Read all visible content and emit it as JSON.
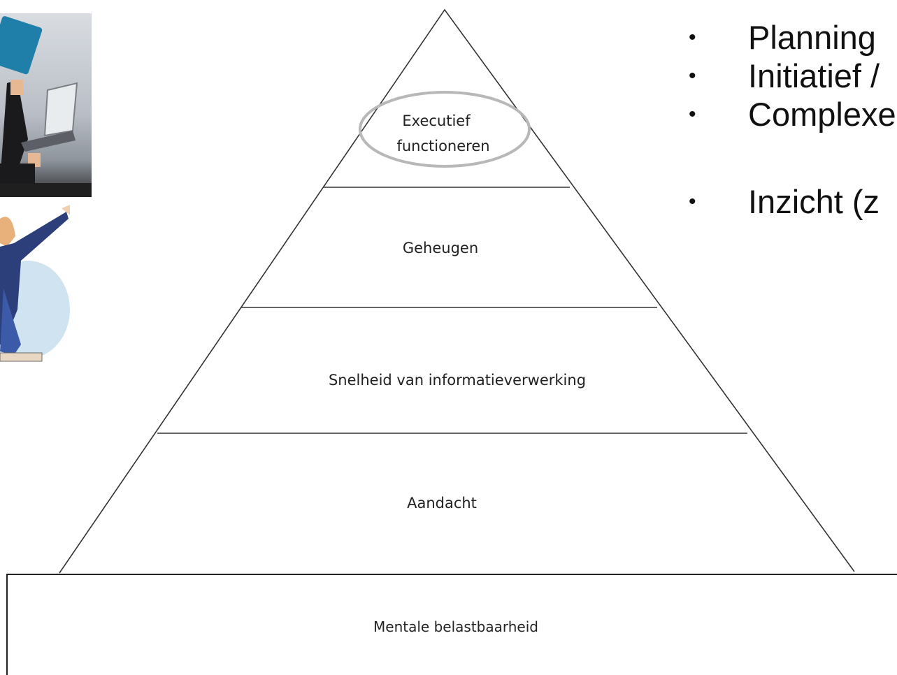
{
  "pyramid": {
    "top_level": "Executief functioneren",
    "top_level_lines": [
      "Executief",
      "functioneren"
    ],
    "levels": [
      "Geheugen",
      "Snelheid van informatieverwerking",
      "Aandacht"
    ],
    "base": "Mentale belastbaarheid"
  },
  "bullets": [
    "Planning",
    "Initiatief /",
    "Complexe",
    "Inzicht (z"
  ],
  "images": [
    "business-multitasking-photo",
    "juggling-cartoon"
  ],
  "colors": {
    "line": "#333333",
    "highlight_ring": "#b8b8b8",
    "text": "#222222"
  }
}
